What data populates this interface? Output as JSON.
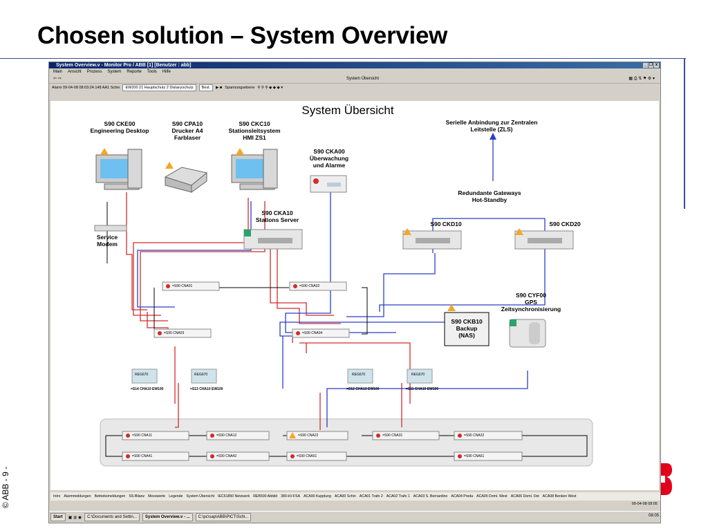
{
  "slide": {
    "title": "Chosen solution – System Overview",
    "copyright": "© ABB - 9 -"
  },
  "window": {
    "title": "System Overview.v - Monitor Pro / ABB [1] [Benutzer : abb]",
    "buttons": [
      "_",
      "❐",
      "x"
    ],
    "menu": [
      "Main",
      "Ansicht",
      "Prozess",
      "System",
      "Reporte",
      "Tools",
      "Hilfe"
    ],
    "nav_center": "System Übersicht",
    "alarm_text": "Alarm 09-04-08 08:03:24.148 AA1 Schin",
    "event_field": "EW200 21 Hauptschutz 2 Distanzschutz",
    "bestaetigen": "Best.",
    "spannungsebene": "Spannungsebene"
  },
  "diagram": {
    "title": "System Übersicht",
    "nodes": {
      "cke00": "S90 CKE00\nEngineering Desktop",
      "cpa10": "S90 CPA10\nDrucker A4\nFarblaser",
      "ckc10": "S90 CKC10\nStationsleitsystem\nHMI ZS1",
      "cka00": "S90 CKA00\nÜberwachung\nund Alarme",
      "zls": "Serielle Anbindung zur Zentralen\nLeitstelle (ZLS)",
      "gateways": "Redundante Gateways\nHot-Standby",
      "ckd10": "S90 CKD10",
      "ckd20": "S90 CKD20",
      "cka10": "S90 CKA10\nStations Server",
      "modem": "Service\nModem",
      "cyf00": "S90 CYF00\nGPS\nZeitsynchronisierung",
      "ckb10": "S90 CKB10\nBackup\n(NAS)"
    },
    "switches": {
      "cna01": "=S90 CNA01",
      "cna02": "=S90 CNA02",
      "cna03": "=S90 CNA03",
      "cna04": "=S90 CNA04",
      "cna11": "=S90 CNA11",
      "cna12": "=S90 CNA12",
      "cna22": "=S90 CNA22",
      "cna31": "=S90 CNA31",
      "cna32": "=S90 CNA32",
      "cna41": "=S90 CNA41",
      "cna42": "=S90 CNA42",
      "cna51": "=S90 CNA51",
      "cna61": "=S90 CNA61"
    },
    "relays": {
      "r1": {
        "name": "REG670",
        "tag": "=S14 CHA10 EW100"
      },
      "r2": {
        "name": "REG670",
        "tag": "=S13 CHA10 EW100"
      },
      "r3": {
        "name": "REG670",
        "tag": "=S12 CHA10 EW100"
      },
      "r4": {
        "name": "REG670",
        "tag": "=S11 CHA10 EW100"
      }
    }
  },
  "tabs": [
    "Intro",
    "Alarmmeldungen",
    "Betriebsmeldungen",
    "SS-Bilanz",
    "Messwerte",
    "Legende",
    "System Übersicht",
    "IEC61850 Netzwerk",
    "REB500 Abbild",
    "380-kV-FSA",
    "ACA90 Kupplung",
    "ACA00 Schin",
    "ACA01 Trafo 2",
    "ACA02 Trafo 1",
    "ACA03 S. Bernardino",
    "ACA04 Preda",
    "ACA05 Doml. West",
    "ACA06 Doml. Ost",
    "ACA08 Benken West"
  ],
  "statusbar": {
    "datetime": "09-04-08 08:05"
  },
  "taskbar": {
    "start": "Start",
    "items": [
      "C:\\Documents and Settin...",
      "System Overview.v - ...",
      "C:\\pc\\sap\\ABB\\PICT\\Schi..."
    ],
    "clock": "08:05"
  },
  "colors": {
    "accent": "#3b4a9c",
    "red_link": "#d12b2b",
    "blue_link": "#2a3fc6",
    "black_link": "#000000",
    "title_blue": "#0a246a",
    "abb_red": "#e2001a"
  }
}
